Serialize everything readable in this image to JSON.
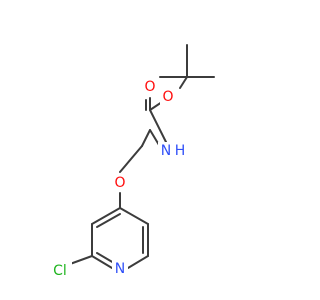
{
  "molecule": {
    "atoms": {
      "oxygen_carbonyl": "O",
      "oxygen_ester": "O",
      "nitrogen_amide": "N",
      "hydrogen_amide": "H",
      "oxygen_ether": "O",
      "chlorine": "Cl",
      "nitrogen_pyridine": "N"
    },
    "colors": {
      "bond": "#3c3c3c",
      "oxygen": "#ff0d0d",
      "nitrogen": "#3050f8",
      "chlorine": "#1fb51f"
    }
  }
}
